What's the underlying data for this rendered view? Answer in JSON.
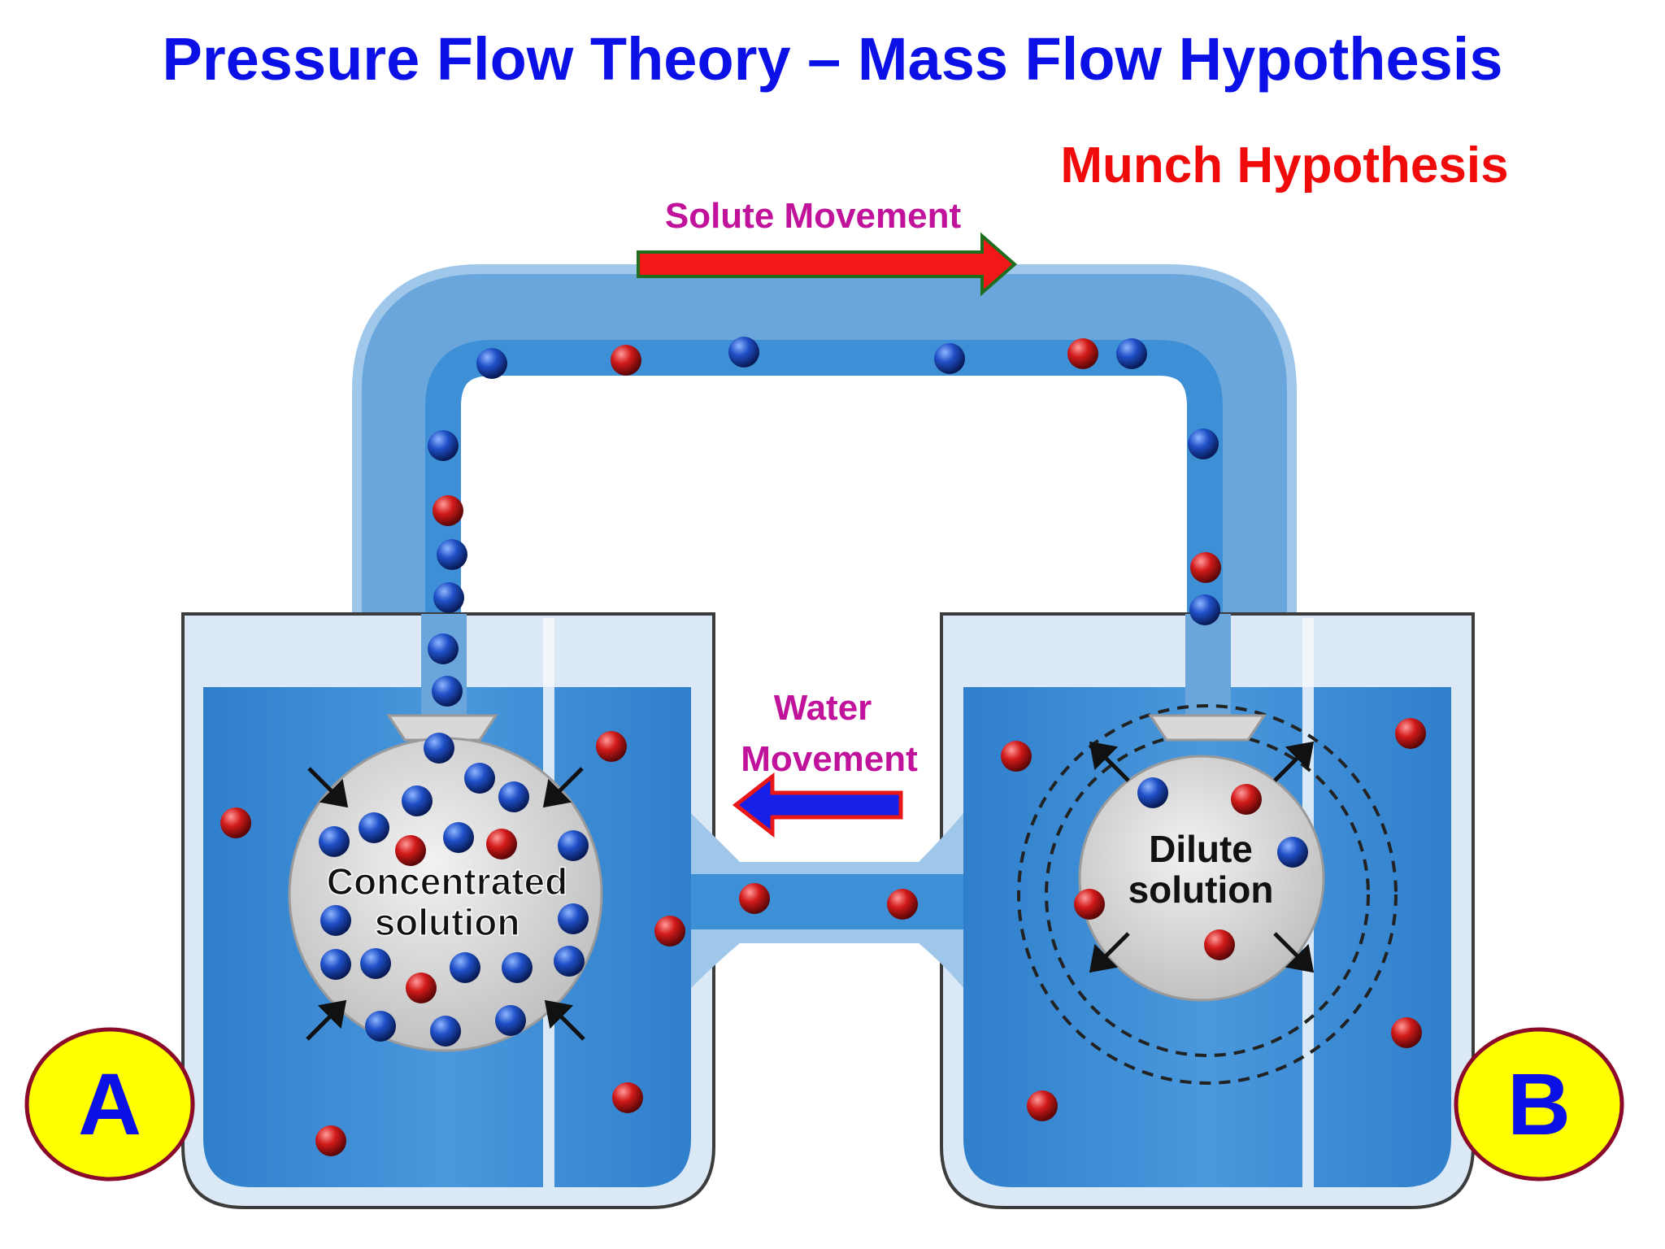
{
  "title": "Pressure Flow Theory – Mass Flow Hypothesis",
  "subtitle": "Munch Hypothesis",
  "arrows": {
    "solute_movement": "Solute Movement",
    "water_movement_line1": "Water",
    "water_movement_line2": "Movement"
  },
  "containers": {
    "a": {
      "badge": "A",
      "label_line1": "Concentrated",
      "label_line2": "solution"
    },
    "b": {
      "badge": "B",
      "label_line1": "Dilute",
      "label_line2": "solution"
    }
  },
  "colors": {
    "title": "#0a10e6",
    "subtitle": "#f00a0a",
    "arrow_label": "#c0129a",
    "water": "#3d8fd6",
    "badge_fill": "#ffff00",
    "badge_text": "#0a10e6",
    "badge_border": "#8b0a2a"
  }
}
